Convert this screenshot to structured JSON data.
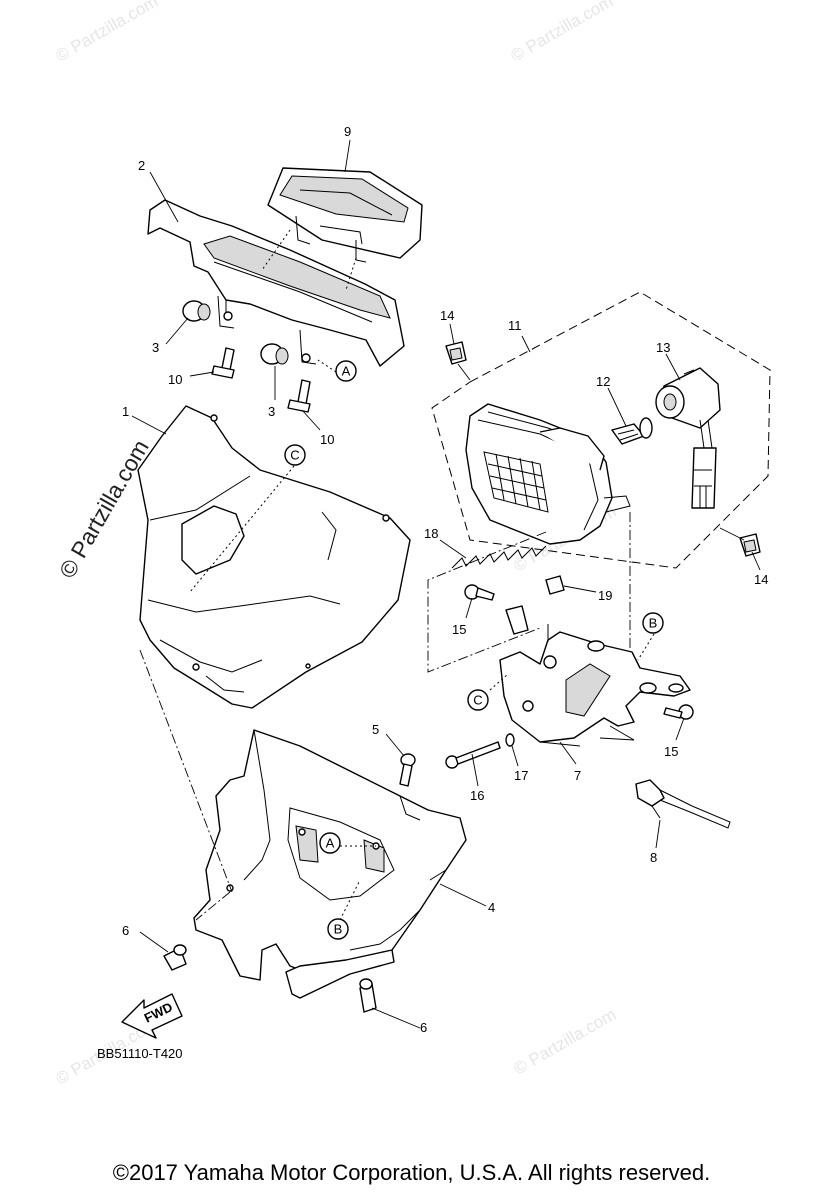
{
  "callouts": {
    "c1": "1",
    "c2": "2",
    "c3a": "3",
    "c3b": "3",
    "c4": "4",
    "c5": "5",
    "c6a": "6",
    "c6b": "6",
    "c7": "7",
    "c8": "8",
    "c9": "9",
    "c10a": "10",
    "c10b": "10",
    "c11": "11",
    "c12": "12",
    "c13": "13",
    "c14a": "14",
    "c14b": "14",
    "c15a": "15",
    "c15b": "15",
    "c16": "16",
    "c17": "17",
    "c18": "18",
    "c19": "19"
  },
  "reference_letters": {
    "a1": "A",
    "a2": "A",
    "b1": "B",
    "b2": "B",
    "c1": "C",
    "c2": "C"
  },
  "watermark": {
    "large": "© Partzilla.com",
    "small": "© Partzilla.com"
  },
  "fwd_label": "FWD",
  "diagram_code": "BB51110-T420",
  "footer": "©2017 Yamaha Motor Corporation, U.S.A. All rights reserved."
}
